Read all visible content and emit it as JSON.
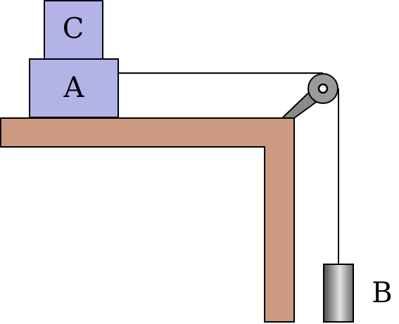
{
  "labels": {
    "block_c": "C",
    "block_a": "A",
    "block_b": "B"
  },
  "colors": {
    "block_fill": "#b3b3e8",
    "table_fill": "#cc9a80",
    "outline": "#000000",
    "pulley_fill": "#9a9a9a",
    "arm_fill": "#8a8a8a",
    "mass_dark": "#555555",
    "mass_light": "#e0e0e0"
  }
}
